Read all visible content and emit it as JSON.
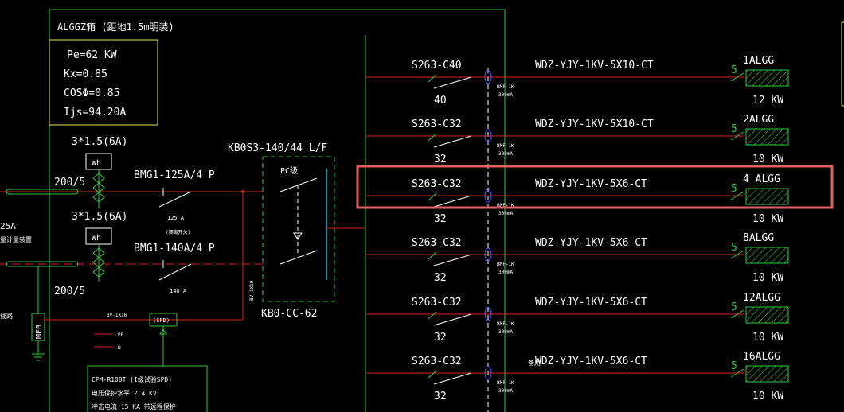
{
  "colors": {
    "background": "#000000",
    "frame": "#2ecc40",
    "wire": "#d82020",
    "text": "#ffffff",
    "info_box": "#e6e060",
    "hatch": "#2ecc40",
    "leakage_ring": "#4060ff",
    "highlight": "#e06060",
    "busbar": "#40c0e0"
  },
  "panel": {
    "title": "ALGGZ箱 (距地1.5m明装)",
    "params": [
      "Pe=62 KW",
      "Kx=0.85",
      "COSΦ=0.85",
      "Ijs=94.20A"
    ]
  },
  "incoming": {
    "meter_spec_1": "3*1.5(6A)",
    "meter_spec_2": "3*1.5(6A)",
    "meter_label": "Wh",
    "ct_ratio_1": "200/5",
    "ct_ratio_2": "200/5",
    "breaker_1": "BMG1-125A/4 P",
    "breaker_1_rating": "125 A",
    "breaker_1_note": "(隔离开关)",
    "breaker_2": "BMG1-140A/4 P",
    "breaker_2_rating": "140 A",
    "left_cut_1": "25A",
    "left_cut_2": "量计量装置",
    "left_cut_3": "线路",
    "meb_label": "MEB",
    "spd_label": "(SPD)",
    "spd_wire": "BV-1X16",
    "pe_label": "PE",
    "n_label": "N",
    "vertical_cable": "BV-1X10",
    "spd_spec_title": "CPM-R100T (I级试验SPD)",
    "spd_spec_1": "电压保护水平 2.4 KV",
    "spd_spec_2": "冲击电流 15 KA   带远程保护"
  },
  "ats": {
    "model": "KB0S3-140/44 L/F",
    "pc_label": "PC级",
    "controller": "KB0-CC-62"
  },
  "circuits": [
    {
      "breaker": "S263-C40",
      "rating": "40",
      "cable": "WDZ-YJY-1KV-5X10-CT",
      "phase_mark": "5",
      "load_id": "1ALGG",
      "power": "12 KW",
      "rcd_1": "BMF-1K",
      "rcd_2": "300mA",
      "note": ""
    },
    {
      "breaker": "S263-C32",
      "rating": "32",
      "cable": "WDZ-YJY-1KV-5X10-CT",
      "phase_mark": "5",
      "load_id": "2ALGG",
      "power": "10 KW",
      "rcd_1": "BMF-1K",
      "rcd_2": "300mA",
      "note": ""
    },
    {
      "breaker": "S263-C32",
      "rating": "32",
      "cable": "WDZ-YJY-1KV-5X6-CT",
      "phase_mark": "5",
      "load_id": "4 ALGG",
      "power": "10 KW",
      "rcd_1": "BMF-1K",
      "rcd_2": "300mA",
      "note": ""
    },
    {
      "breaker": "S263-C32",
      "rating": "32",
      "cable": "WDZ-YJY-1KV-5X6-CT",
      "phase_mark": "5",
      "load_id": "8ALGG",
      "power": "10 KW",
      "rcd_1": "BMF-1K",
      "rcd_2": "300mA",
      "note": ""
    },
    {
      "breaker": "S263-C32",
      "rating": "32",
      "cable": "WDZ-YJY-1KV-5X6-CT",
      "phase_mark": "5",
      "load_id": "12ALGG",
      "power": "10 KW",
      "rcd_1": "BMF-1K",
      "rcd_2": "300mA",
      "note": ""
    },
    {
      "breaker": "S263-C32",
      "rating": "32",
      "cable": "WDZ-YJY-1KV-5X6-CT",
      "phase_mark": "5",
      "load_id": "16ALGG",
      "power": "10 KW",
      "rcd_1": "BMF-1K",
      "rcd_2": "300mA",
      "note": "备用"
    }
  ]
}
